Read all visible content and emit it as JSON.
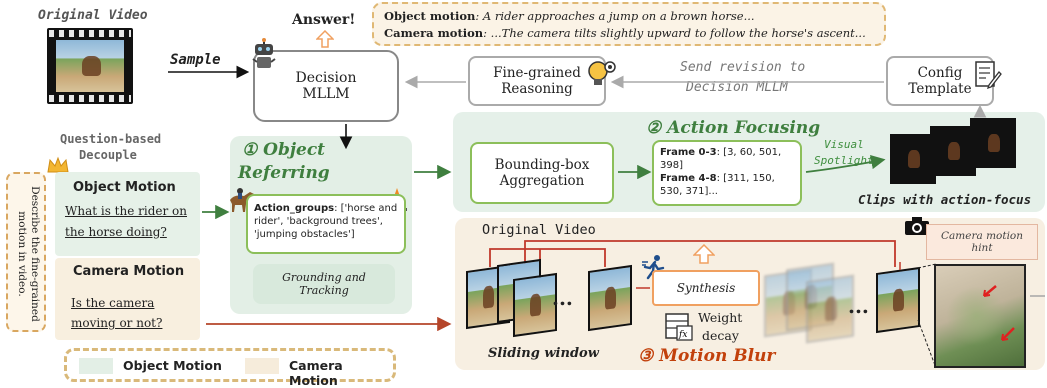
{
  "top": {
    "original_video": "Original Video",
    "sample": "Sample",
    "question_based": "Question-based",
    "decouple": "Decouple",
    "answer": "Answer!",
    "decision_mllm_line1": "Decision",
    "decision_mllm_line2": "MLLM",
    "object_motion_label": "Object motion",
    "object_motion_text": ": A rider approaches a jump on a brown horse...",
    "camera_motion_label": "Camera motion",
    "camera_motion_text": ": ...The camera tilts slightly upward to follow the horse's ascent...",
    "fine_grained_line1": "Fine-grained",
    "fine_grained_line2": "Reasoning",
    "send_revision_line1": "Send revision to",
    "send_revision_line2": "Decision MLLM",
    "config_line1": "Config",
    "config_line2": "Template"
  },
  "left": {
    "vertical_prompt": "Describe the fine-grained motion in video.",
    "object_motion_title": "Object Motion",
    "object_question_line1": "What is the rider on",
    "object_question_line2": "the horse doing?",
    "camera_motion_title": "Camera Motion",
    "camera_question_line1": "Is the camera",
    "camera_question_line2": "moving or not?"
  },
  "legend": {
    "object_motion": "Object Motion",
    "camera_motion": "Camera Motion",
    "colors": {
      "object": "#e3efe6",
      "camera": "#f6ecdb",
      "border": "#d9b97a"
    }
  },
  "referring": {
    "title_line1": "① Object",
    "title_line2": "Referring",
    "action_groups_label": "Action_groups",
    "action_groups_value": ": ['horse and rider', 'background trees', 'jumping obstacles']",
    "grounding_line1": "Grounding and",
    "grounding_line2": "Tracking"
  },
  "focusing": {
    "title": "② Action Focusing",
    "bbox_line1": "Bounding-box",
    "bbox_line2": "Aggregation",
    "frame1_label": "Frame 0-3",
    "frame1_value": ": [3, 60, 501, 398]",
    "frame2_label": "Frame 4-8",
    "frame2_value": ": [311, 150, 530, 371]...",
    "visual_line1": "Visual",
    "visual_line2": "Spotlight",
    "clips_caption": "Clips with action-focus"
  },
  "blur": {
    "original_video": "Original Video",
    "camera_hint_line1": "Camera motion",
    "camera_hint_line2": "hint",
    "synthesis": "Synthesis",
    "weight_line1": "Weight",
    "weight_line2": "decay",
    "sliding_window": "Sliding window",
    "title": "③ Motion Blur",
    "ellipsis": "..."
  },
  "colors": {
    "green": "#3f7f3f",
    "green_light": "#e5f0e9",
    "green_border": "#8cbf5a",
    "orange": "#e58a3a",
    "beige": "#f7efe2",
    "red_title": "#c2410c",
    "dark_red_arrow": "#b5452a"
  }
}
